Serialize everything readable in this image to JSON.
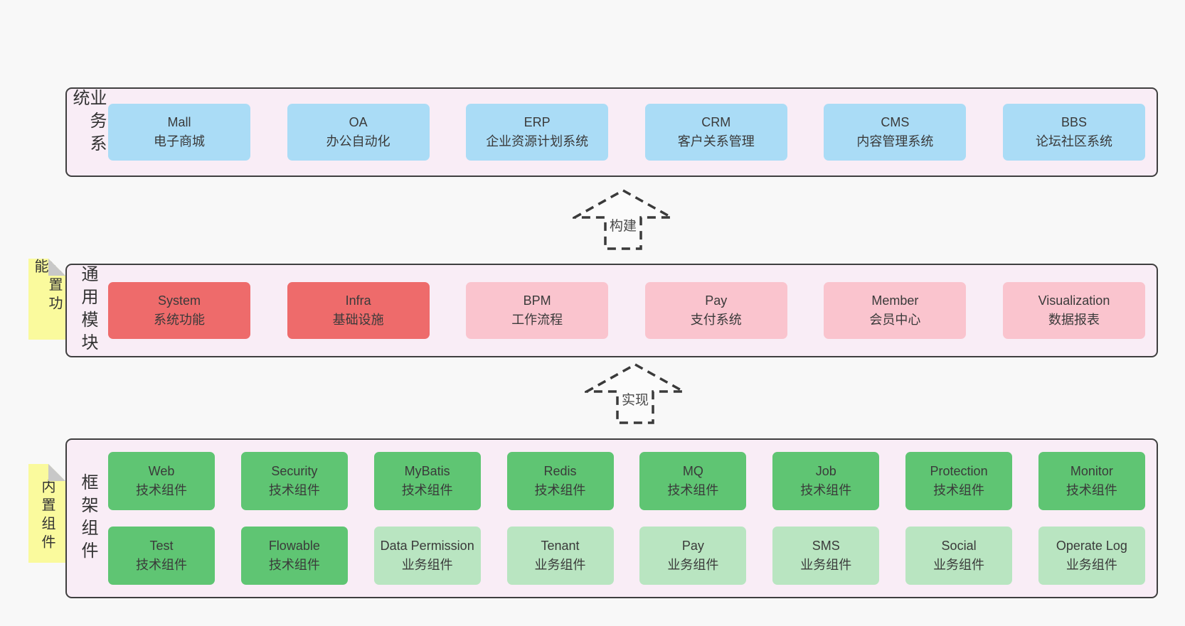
{
  "colors": {
    "page_bg": "#f8f8f8",
    "panel_bg": "#f9edf6",
    "panel_border": "#3f3f3f",
    "blue": "#aadcf6",
    "red": "#ee6b6b",
    "pink": "#fac4ce",
    "green": "#5fc573",
    "green_light": "#b9e5c1",
    "sticky_yellow": "#fafa9d",
    "sticky_fold": "#c8c8c8",
    "arrow_stroke": "#3a3a3a",
    "text": "#3a3a3a"
  },
  "arrows": [
    {
      "label": "构建"
    },
    {
      "label": "实现"
    }
  ],
  "sections": [
    {
      "label": "业务系统",
      "boxes": [
        {
          "title": "Mall",
          "subtitle": "电子商城",
          "tone": "blue"
        },
        {
          "title": "OA",
          "subtitle": "办公自动化",
          "tone": "blue"
        },
        {
          "title": "ERP",
          "subtitle": "企业资源计划系统",
          "tone": "blue"
        },
        {
          "title": "CRM",
          "subtitle": "客户关系管理",
          "tone": "blue"
        },
        {
          "title": "CMS",
          "subtitle": "内容管理系统",
          "tone": "blue"
        },
        {
          "title": "BBS",
          "subtitle": "论坛社区系统",
          "tone": "blue"
        }
      ]
    },
    {
      "label": "通用模块",
      "sticky": "内置功能",
      "boxes": [
        {
          "title": "System",
          "subtitle": "系统功能",
          "tone": "red"
        },
        {
          "title": "Infra",
          "subtitle": "基础设施",
          "tone": "red"
        },
        {
          "title": "BPM",
          "subtitle": "工作流程",
          "tone": "pink"
        },
        {
          "title": "Pay",
          "subtitle": "支付系统",
          "tone": "pink"
        },
        {
          "title": "Member",
          "subtitle": "会员中心",
          "tone": "pink"
        },
        {
          "title": "Visualization",
          "subtitle": "数据报表",
          "tone": "pink"
        }
      ]
    },
    {
      "label": "框架组件",
      "sticky": "内置组件",
      "rows": [
        [
          {
            "title": "Web",
            "subtitle": "技术组件",
            "tone": "green"
          },
          {
            "title": "Security",
            "subtitle": "技术组件",
            "tone": "green"
          },
          {
            "title": "MyBatis",
            "subtitle": "技术组件",
            "tone": "green"
          },
          {
            "title": "Redis",
            "subtitle": "技术组件",
            "tone": "green"
          },
          {
            "title": "MQ",
            "subtitle": "技术组件",
            "tone": "green"
          },
          {
            "title": "Job",
            "subtitle": "技术组件",
            "tone": "green"
          },
          {
            "title": "Protection",
            "subtitle": "技术组件",
            "tone": "green"
          },
          {
            "title": "Monitor",
            "subtitle": "技术组件",
            "tone": "green"
          }
        ],
        [
          {
            "title": "Test",
            "subtitle": "技术组件",
            "tone": "green"
          },
          {
            "title": "Flowable",
            "subtitle": "技术组件",
            "tone": "green"
          },
          {
            "title": "Data Permission",
            "subtitle": "业务组件",
            "tone": "green-light"
          },
          {
            "title": "Tenant",
            "subtitle": "业务组件",
            "tone": "green-light"
          },
          {
            "title": "Pay",
            "subtitle": "业务组件",
            "tone": "green-light"
          },
          {
            "title": "SMS",
            "subtitle": "业务组件",
            "tone": "green-light"
          },
          {
            "title": "Social",
            "subtitle": "业务组件",
            "tone": "green-light"
          },
          {
            "title": "Operate Log",
            "subtitle": "业务组件",
            "tone": "green-light"
          }
        ]
      ]
    }
  ]
}
